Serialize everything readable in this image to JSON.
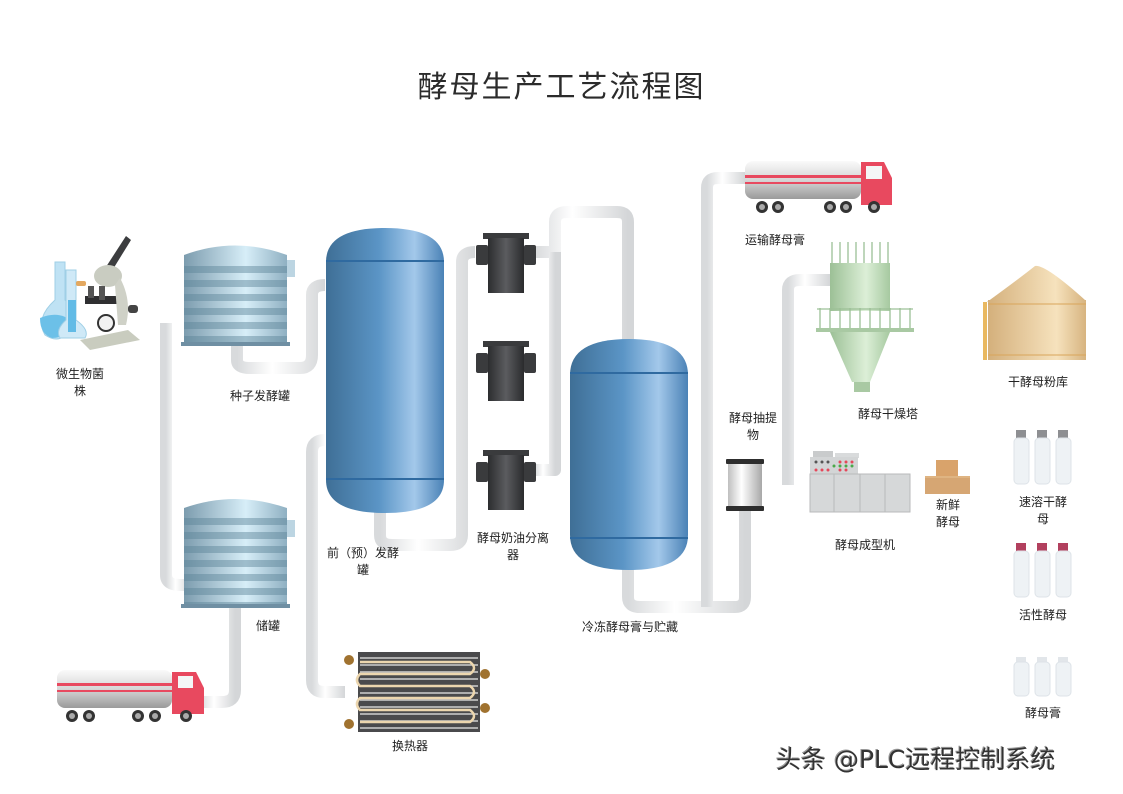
{
  "title": "酵母生产工艺流程图",
  "colors": {
    "pipe": "#e6e8ea",
    "tank_blue": "#5b93c4",
    "seed_tank": "#9fbccd",
    "separator": "#3a3b3d",
    "truck_cab": "#e8495f",
    "dryer_green": "#b9d6b4",
    "silo_tan": "#e3c493",
    "box": "#d6a673"
  },
  "labels": {
    "microbe_strain_line1": "微生物菌",
    "microbe_strain_line2": "株",
    "seed_tank": "种子发酵罐",
    "pre_fermenter_line1": "前（预）发酵",
    "pre_fermenter_line2": "罐",
    "separator_line1": "酵母奶油分离",
    "separator_line2": "器",
    "cold_storage": "冷冻酵母膏与贮藏",
    "storage_tank": "储罐",
    "heat_exchanger": "换热器",
    "transport_cream": "运输酵母膏",
    "extract_line1": "酵母抽提",
    "extract_line2": "物",
    "dryer": "酵母干燥塔",
    "dry_powder_silo": "干酵母粉库",
    "forming_machine": "酵母成型机",
    "fresh_yeast_line1": "新鲜",
    "fresh_yeast_line2": "酵母",
    "instant_dry_line1": "速溶干酵",
    "instant_dry_line2": "母",
    "active_yeast": "活性酵母",
    "yeast_cream": "酵母膏"
  },
  "watermark": "头条 @PLC远程控制系统"
}
